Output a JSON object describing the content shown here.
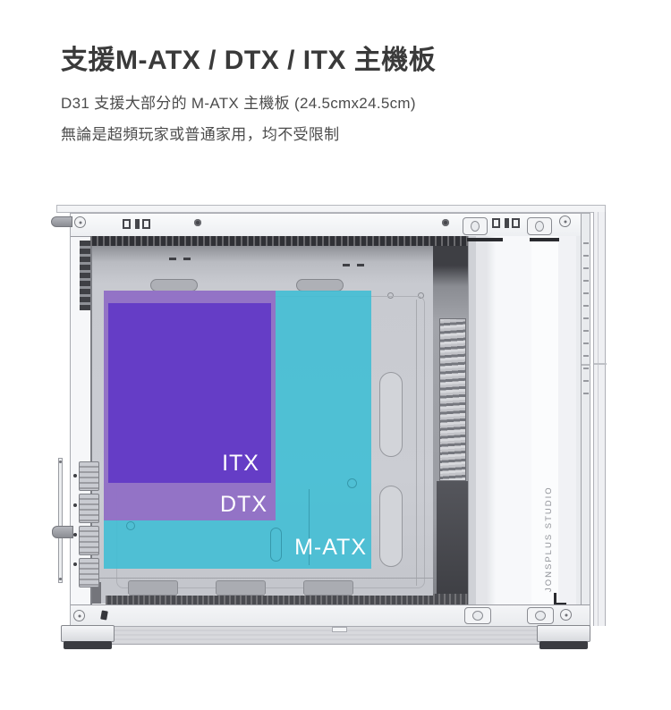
{
  "header": {
    "title": "支援M-ATX / DTX / ITX 主機板",
    "subtitle_line1": "D31 支援大部分的 M-ATX 主機板 (24.5cmx24.5cm)",
    "subtitle_line2": "無論是超頻玩家或普通家用，均不受限制"
  },
  "diagram": {
    "overlays": [
      {
        "id": "itx",
        "label": "ITX",
        "color": "#6a45c4"
      },
      {
        "id": "dtx",
        "label": "DTX",
        "color": "#9a6fc0"
      },
      {
        "id": "matx",
        "label": "M-ATX",
        "color": "#4fc3d8"
      }
    ],
    "brand_text": "JONSPLUS STUDIO"
  },
  "colors": {
    "title_text": "#3a3a3a",
    "body_text": "#4c4c4c",
    "itx_overlay": "#6a45c4",
    "dtx_overlay": "#9a6fc0",
    "matx_overlay": "#4fc3d8",
    "label_text": "#ffffff",
    "case_outline": "#a9abb1",
    "brand_text_color": "#8f9197"
  }
}
